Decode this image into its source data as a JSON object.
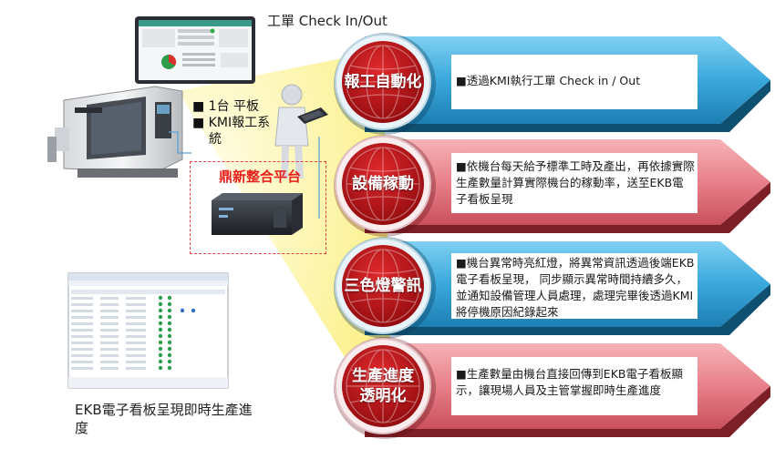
{
  "top_title": "工單 Check In/Out",
  "tablet_bullets": [
    "■ 1台 平板",
    "■ KMI報工系",
    "統"
  ],
  "platform_label": "鼎新整合平台",
  "dashboard_caption": "EKB電子看板呈現即時生產進度",
  "rows": [
    {
      "badge": "報工自動化",
      "text": "■透過KMI執行工單 Check in / Out",
      "color": "#2f9fd4"
    },
    {
      "badge": "設備稼動",
      "text": "■依機台每天給予標準工時及產出，再依據實際生產數量計算實際機台的稼動率，送至EKB電子看板呈現",
      "color": "#e0707a"
    },
    {
      "badge": "三色燈警訊",
      "text": "■機台異常時亮紅燈，將異常資訊透過後端EKB電子看板呈現， 同步顯示異常時間持續多久，並通知設備管理人員處理，處理完畢後透過KMI將停機原因紀錄起來",
      "color": "#2f9fd4"
    },
    {
      "badge": "生產進度透明化",
      "text": "■生產數量由機台直接回傳到EKB電子看板顯示，讓現場人員及主管掌握即時生產進度",
      "color": "#e0707a"
    }
  ],
  "colors": {
    "blue_arrow": "#2f9fd4",
    "red_arrow": "#e0707a",
    "badge_red": "#c01418",
    "platform_red": "#e8201a",
    "fan_yellow": "#fdf6a8"
  }
}
